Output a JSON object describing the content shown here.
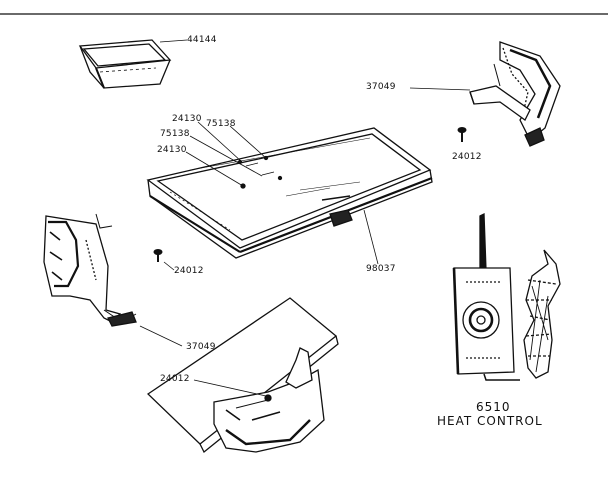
{
  "labels": {
    "loaf_pan": "44144",
    "leg_top_right": "37049",
    "screw_top_right": "24012",
    "grid_a": "24130",
    "grid_b": "75138",
    "grid_c": "75138",
    "grid_d": "24130",
    "grill_base": "98037",
    "screw_left": "24012",
    "leg_left": "37049",
    "screw_bottom": "24012",
    "control_number": "6510",
    "control_name": "HEAT CONTROL"
  }
}
